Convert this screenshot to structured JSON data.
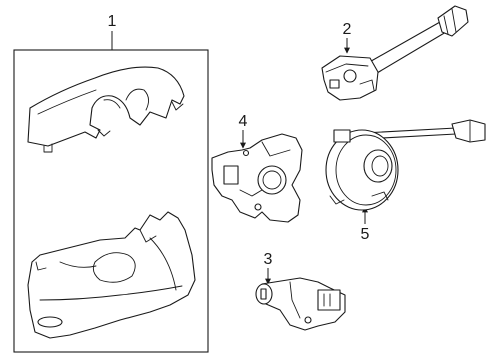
{
  "callouts": [
    {
      "label": "1"
    },
    {
      "label": "2"
    },
    {
      "label": "3"
    },
    {
      "label": "4"
    },
    {
      "label": "5"
    }
  ],
  "colors": {
    "line": "#1a1a1a",
    "background": "#ffffff"
  }
}
